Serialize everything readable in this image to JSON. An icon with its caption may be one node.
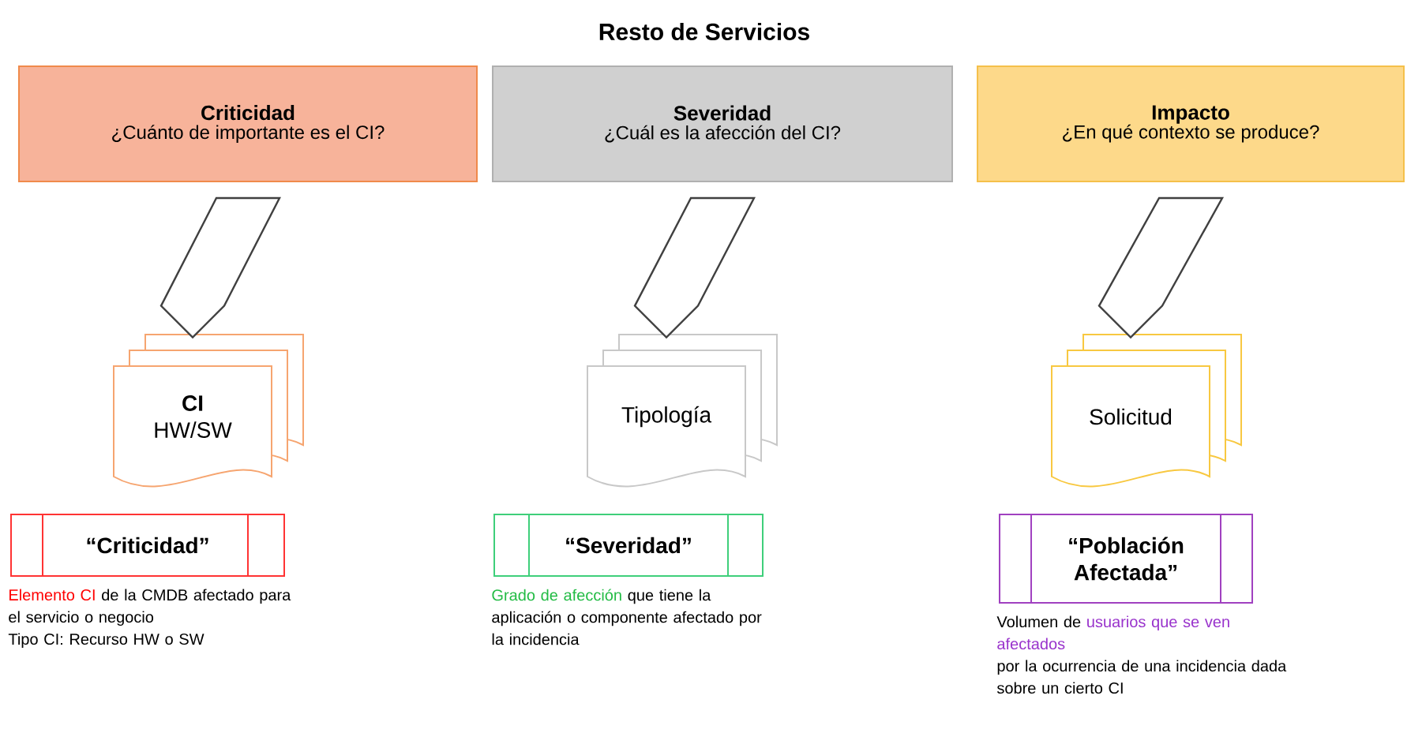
{
  "diagram": {
    "title": "Resto de Servicios",
    "nodes": [
      {
        "text": [
          "Criticidad",
          "¿Cuánto de importante es el CI?"
        ]
      },
      {
        "text": [
          "Severidad",
          "¿Cuál es la afección del CI?"
        ]
      },
      {
        "text": [
          "Impacto",
          "¿En qué contexto se produce?"
        ]
      },
      {
        "text": [
          "CI",
          "HW/SW"
        ]
      },
      {
        "text": [
          "Tipología"
        ]
      },
      {
        "text": [
          "Solicitud"
        ]
      },
      {
        "text": [
          "“Criticidad”"
        ],
        "beside": [
          "Elemento CI",
          "de la CMDB afectado para el servicio o negocio",
          "Tipo CI: Recurso HW o SW"
        ]
      },
      {
        "text": [
          "“Severidad”"
        ],
        "beside": [
          "Grado de afección",
          "que tiene la aplicación o componente afectado por la incidencia"
        ]
      },
      {
        "text": [
          "“Población Afectada”"
        ],
        "beside": [
          "Volumen de",
          "usuarios que se ven afectados",
          "por la ocurrencia de una incidencia dada sobre un cierto CI"
        ]
      }
    ],
    "edges": [
      {
        "from": 0,
        "to": 3,
        "arrow": "to"
      },
      {
        "from": 1,
        "to": 4,
        "arrow": "to"
      },
      {
        "from": 2,
        "to": 5,
        "arrow": "to"
      }
    ]
  }
}
